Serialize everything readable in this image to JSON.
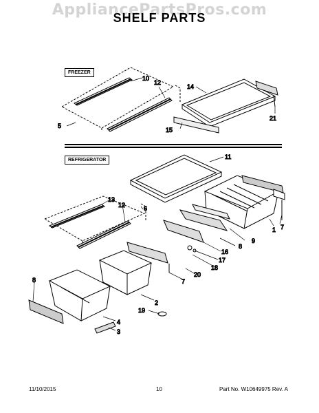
{
  "watermark": "AppliancePartsPros.com",
  "title": "SHELF PARTS",
  "sections": {
    "freezer": "FREEZER",
    "refrigerator": "REFRIGERATOR"
  },
  "callouts": {
    "c1": "1",
    "c2": "2",
    "c3": "3",
    "c4": "4",
    "c5": "5",
    "c6": "6",
    "c7a": "7",
    "c7b": "7",
    "c8a": "8",
    "c8b": "8",
    "c9": "9",
    "c10": "10",
    "c11": "11",
    "c12a": "12",
    "c12b": "12",
    "c13": "13",
    "c14": "14",
    "c15": "15",
    "c16": "16",
    "c17": "17",
    "c18": "18",
    "c19": "19",
    "c20": "20",
    "c21": "21"
  },
  "footer": {
    "date": "11/10/2015",
    "page": "10",
    "part_no": "Part No. W10649975  Rev. A"
  }
}
